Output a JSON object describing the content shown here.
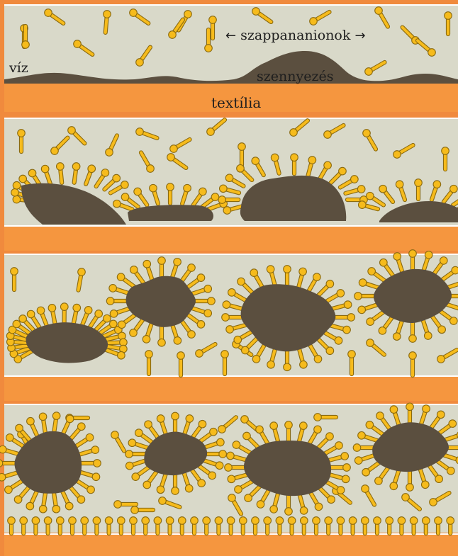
{
  "labels": {
    "water": "víz",
    "dirt": "szennyezés",
    "fabric": "textília",
    "soap_anions": "szappananionok",
    "arrow_left": "←",
    "arrow_right": "→"
  },
  "colors": {
    "background_orange": "#f08a3d",
    "fabric_orange": "#f5963f",
    "water": "#d9d9c9",
    "dirt": "#5b4f3f",
    "surfactant_fill": "#f6bb1c",
    "surfactant_stroke": "#8a6a10",
    "panel_border": "#ffffff"
  },
  "panels": [
    {
      "name": "stage-1-initial"
    },
    {
      "name": "stage-2-adsorption"
    },
    {
      "name": "stage-3-lifting"
    },
    {
      "name": "stage-4-suspension"
    }
  ],
  "icons": {
    "surfactant": "surfactant-molecule-icon",
    "dirt": "dirt-particle-icon"
  }
}
